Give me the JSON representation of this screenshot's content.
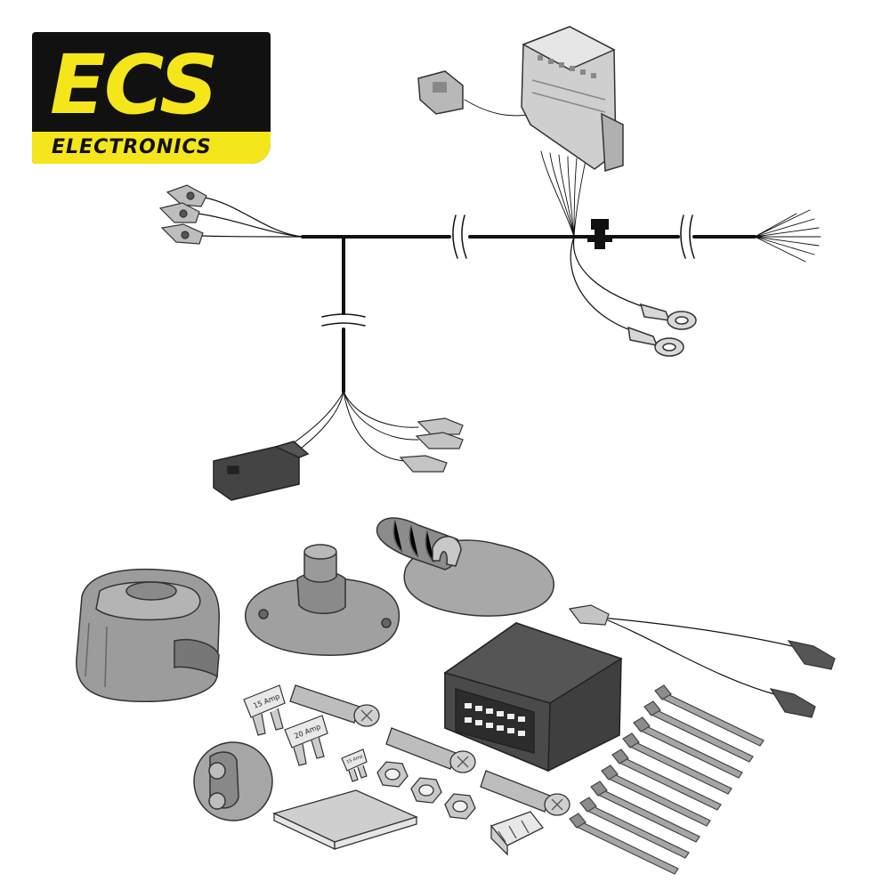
{
  "brand": {
    "name": "ECS",
    "subtitle": "ELECTRONICS",
    "colors": {
      "yellow": "#f5e61c",
      "black": "#111111"
    }
  },
  "fuses": [
    {
      "label": "15 Amp"
    },
    {
      "label": "20 Amp"
    },
    {
      "label": "15 Amp"
    }
  ],
  "components": {
    "harness": "wiring-harness",
    "module": "control-module",
    "socket": "towbar-socket",
    "cable_ties": 9,
    "bolts": 3,
    "nuts": 3
  },
  "colors": {
    "part_grey": "#9a9a9a",
    "part_dark": "#4a4a4a",
    "wire": "#111111"
  }
}
